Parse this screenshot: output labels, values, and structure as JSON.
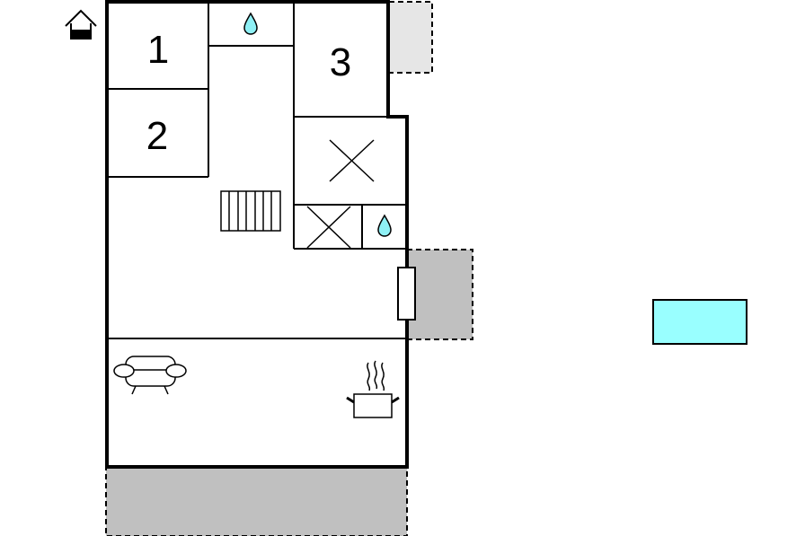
{
  "floorplan": {
    "rooms": [
      {
        "id": "bedroom-1",
        "label": "1"
      },
      {
        "id": "bedroom-2",
        "label": "2"
      },
      {
        "id": "bedroom-3",
        "label": "3"
      }
    ],
    "icons": {
      "level": "ground-floor-house-icon",
      "shower_top": "water-drop-icon",
      "shower_bottom": "water-drop-icon",
      "staircase": "staircase-icon",
      "sofa": "sofa-icon",
      "kitchen": "cooking-pot-icon",
      "toilet_large": "toilet-cross-icon",
      "toilet_small": "toilet-cross-icon",
      "door": "entrance-door-icon"
    },
    "colors": {
      "wall": "#000000",
      "terrace": "#c0c0c0",
      "terrace_light": "#e6e6e6",
      "water": "#8ef0f5",
      "pool": "#99ffff"
    }
  }
}
